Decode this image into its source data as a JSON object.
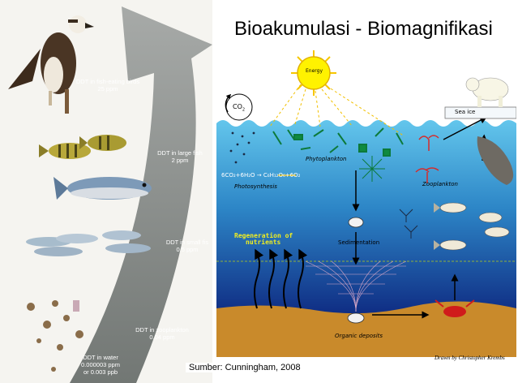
{
  "title": "Bioakumulasi - Biomagnifikasi",
  "source": "Sumber: Cunningham, 2008",
  "credit": "Drawn by Christopher Krembs",
  "pyramid": {
    "birds_label": "DDT in fish-eating birds",
    "birds_value": "25 ppm",
    "large_fish_label": "DDT in large fish",
    "large_fish_value": "2 ppm",
    "small_fish_label": "DDT in small fis",
    "small_fish_value": "0.5 ppm",
    "zooplankton_label": "DDT in zooplankton",
    "zooplankton_value": "0.04 ppm",
    "water_label": "DDT in water",
    "water_value_1": "0.000003 ppm",
    "water_value_2": "or 0.003 ppb"
  },
  "diagram": {
    "energy": "Energy",
    "co2": "CO",
    "co2_sub": "2",
    "sea_ice": "Sea ice",
    "phytoplankton": "Phytoplankton",
    "zooplankton": "Zooplankton",
    "equation": "6CO₂+6H₂O → C₆H₁₂O₆+6O₂",
    "photosynthesis": "Photosynthesis",
    "regeneration_1": "Regeneration of",
    "regeneration_2": "nutrients",
    "sedimentation": "Sedimentation",
    "organic_deposits": "Organic deposits"
  },
  "colors": {
    "arrow": "#8a8d8b",
    "sky": "#ffffff",
    "water_top": "#5ec3ea",
    "water_bottom": "#0f2c83",
    "seabed": "#c98a2b",
    "sun": "#fff200"
  }
}
